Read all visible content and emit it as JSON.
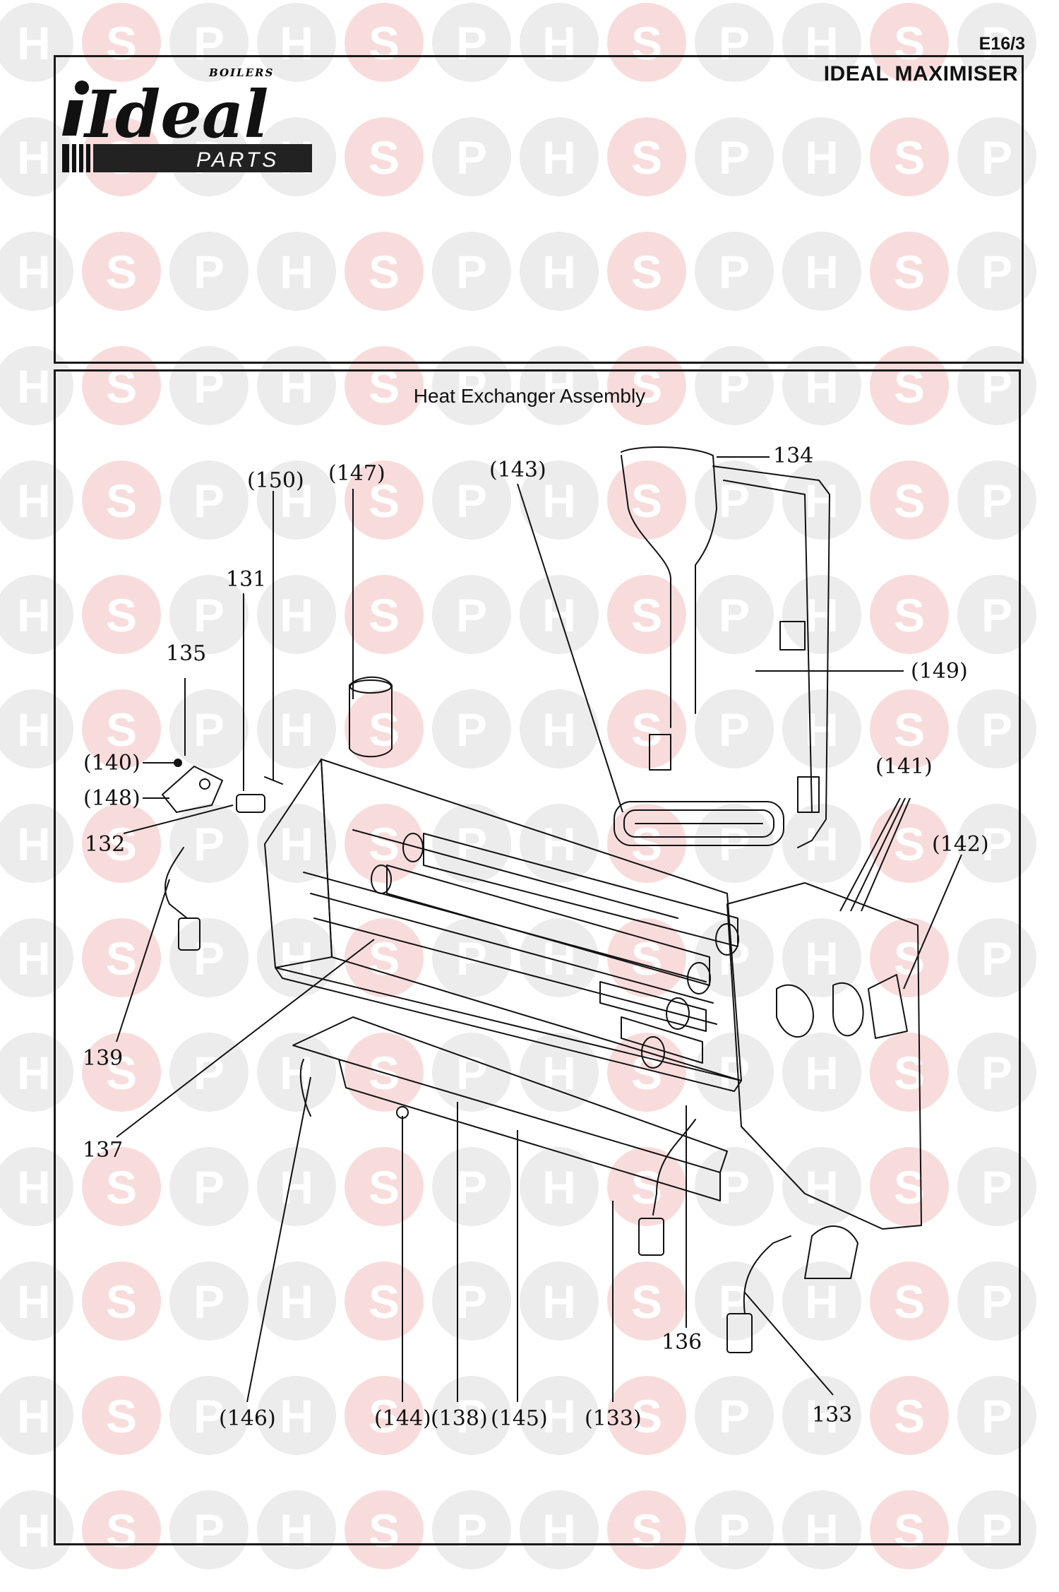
{
  "page_code": "E16/3",
  "product_name": "IDEAL MAXIMISER",
  "logo": {
    "small_text": "BOILERS",
    "brand": "Ideal",
    "sub": "PARTS"
  },
  "watermark_letters": [
    "H",
    "S",
    "P"
  ],
  "assembly_title": "Heat Exchanger Assembly",
  "callouts": {
    "c134": "134",
    "c150": "(150)",
    "c147": "(147)",
    "c143": "(143)",
    "c131": "131",
    "c149": "(149)",
    "c135": "135",
    "c140": "(140)",
    "c141": "(141)",
    "c148": "(148)",
    "c132": "132",
    "c142": "(142)",
    "c139": "139",
    "c137": "137",
    "c136": "136",
    "c133a": "133",
    "c146": "(146)",
    "c144": "(144)",
    "c138": "(138)",
    "c145": "(145)",
    "c133b": "(133)"
  },
  "colors": {
    "watermark_red": "#f6d0d0",
    "watermark_grey": "#e6e6e6",
    "line": "#111111"
  }
}
